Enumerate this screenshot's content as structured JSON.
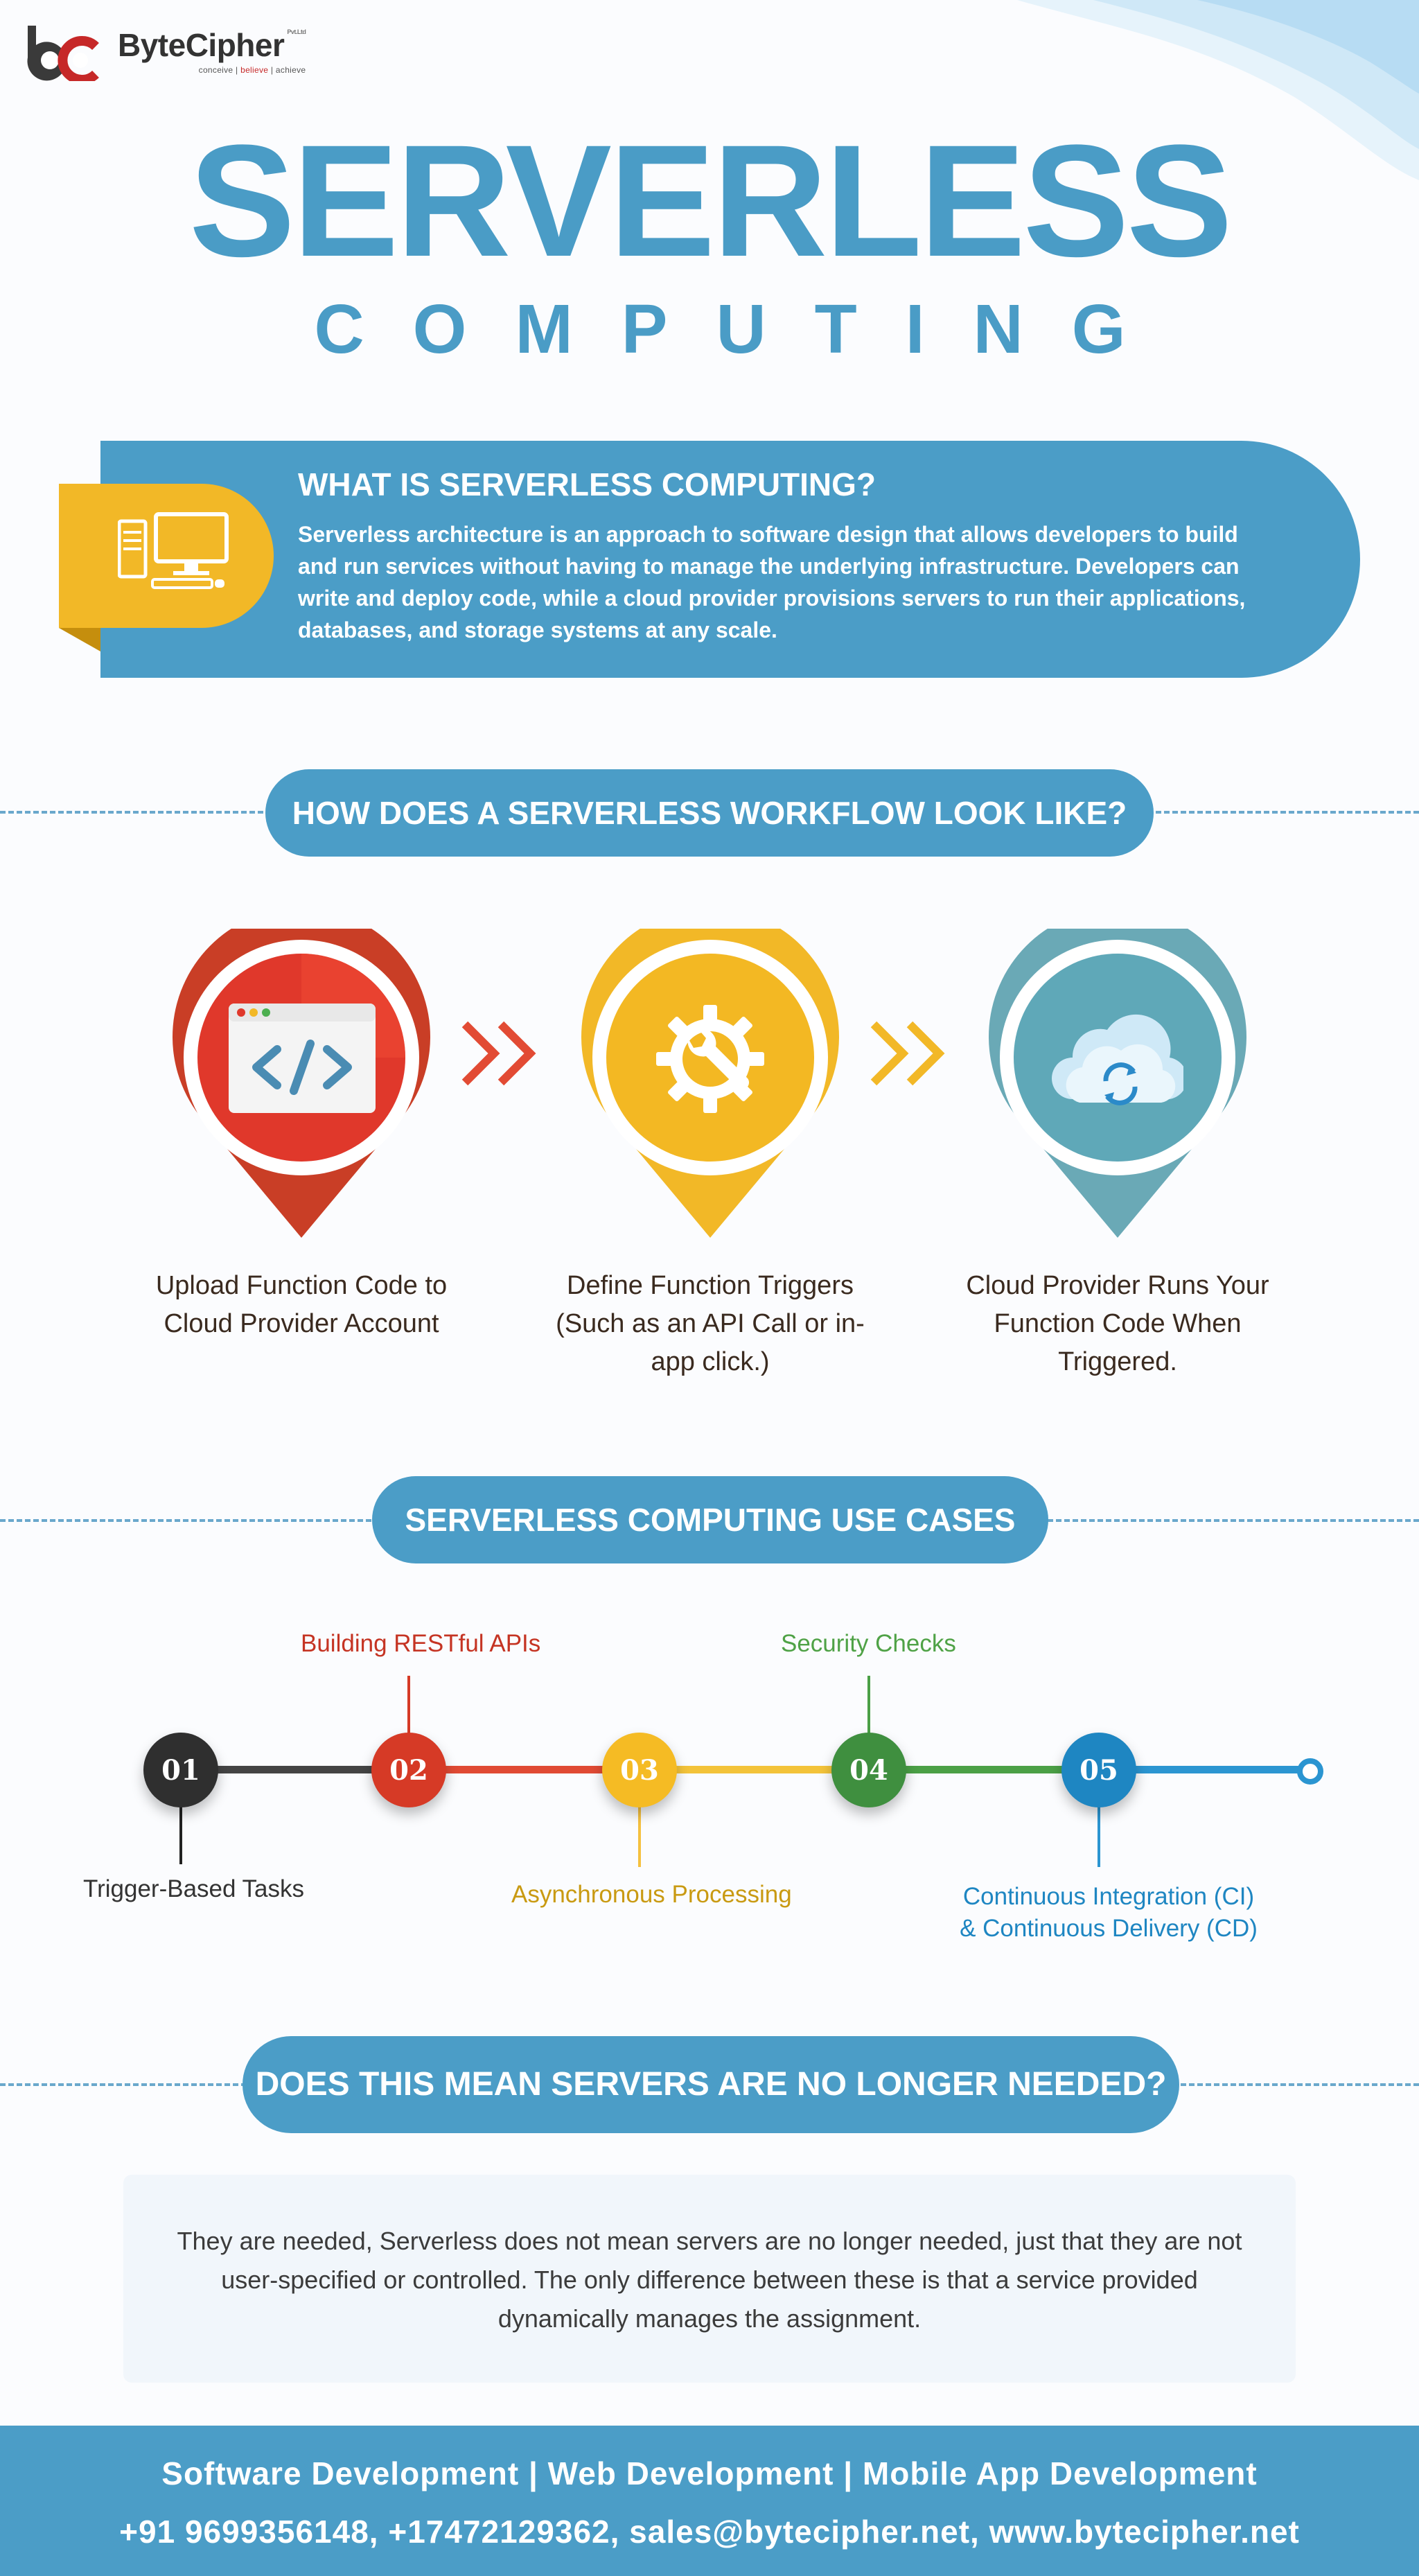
{
  "brand": {
    "name": "ByteCipher",
    "suffix": "Pvt.Ltd",
    "tagline_1": "conceive | ",
    "tagline_2": "believe",
    "tagline_3": " | achieve"
  },
  "header": {
    "title": "SERVERLESS",
    "subtitle": "COMPUTING"
  },
  "what": {
    "title": "WHAT IS SERVERLESS COMPUTING?",
    "body": "Serverless architecture is an approach to software design that allows developers to build and run services without having to manage the underlying infrastructure. Developers can write and deploy code, while a cloud provider provisions servers to run their applications, databases, and storage systems at any scale."
  },
  "workflow": {
    "heading": "HOW DOES A SERVERLESS WORKFLOW LOOK LIKE?",
    "steps": [
      {
        "label": "Upload Function Code to Cloud Provider Account",
        "icon": "code-window-icon",
        "color": "#d9412c"
      },
      {
        "label": "Define Function Triggers (Such as an API Call or in-app click.)",
        "icon": "gear-wrench-icon",
        "color": "#f2b827"
      },
      {
        "label": "Cloud Provider Runs Your Function Code When Triggered.",
        "icon": "cloud-sync-icon",
        "color": "#5ea6b8"
      }
    ]
  },
  "usecases": {
    "heading": "SERVERLESS COMPUTING USE CASES",
    "items": [
      {
        "num": "01",
        "label": "Trigger-Based Tasks",
        "color": "#333333",
        "label_color": "#333333"
      },
      {
        "num": "02",
        "label": "Building RESTful APIs",
        "color": "#d63a26",
        "label_color": "#c53423"
      },
      {
        "num": "03",
        "label": "Asynchronous Processing",
        "color": "#f5bb24",
        "label_color": "#c99a12"
      },
      {
        "num": "04",
        "label": "Security Checks",
        "color": "#3f8f3f",
        "label_color": "#4fa246"
      },
      {
        "num": "05",
        "label_1": "Continuous Integration (CI)",
        "label_2": "& Continuous Delivery (CD)",
        "color": "#1e86c2",
        "label_color": "#1e86c2"
      }
    ]
  },
  "servers": {
    "heading": "DOES THIS MEAN SERVERS ARE NO LONGER NEEDED?",
    "body": "They are needed, Serverless does not mean servers are no longer needed, just that they are not user-specified or controlled. The only difference between these is that a service provided dynamically manages the assignment."
  },
  "footer": {
    "services": "Software Development | Web Development | Mobile App Development",
    "contact": "+91 9699356148, +17472129362, sales@bytecipher.net, www.bytecipher.net"
  },
  "colors": {
    "primary": "#4b9dc7",
    "yellow": "#f2b827",
    "red": "#d9412c",
    "teal": "#5ea6b8"
  }
}
